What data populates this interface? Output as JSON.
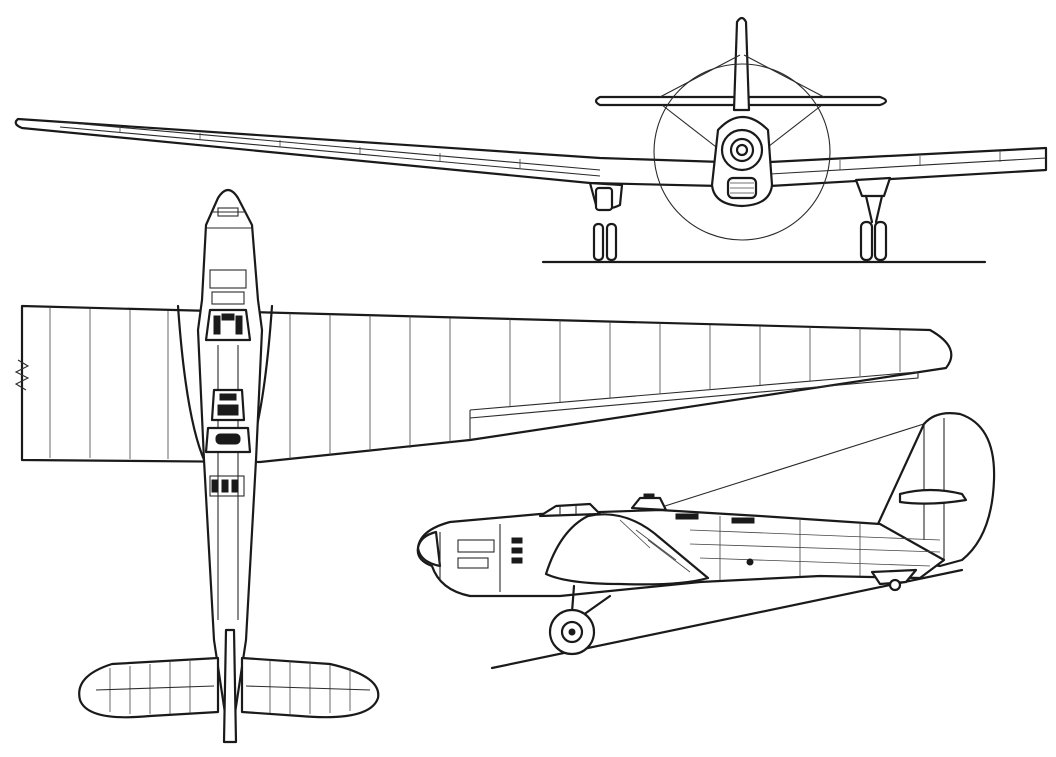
{
  "drawing": {
    "views": [
      "front-view",
      "top-view",
      "side-view"
    ],
    "line_color": "#1a1a1a",
    "background_color": "#ffffff"
  }
}
